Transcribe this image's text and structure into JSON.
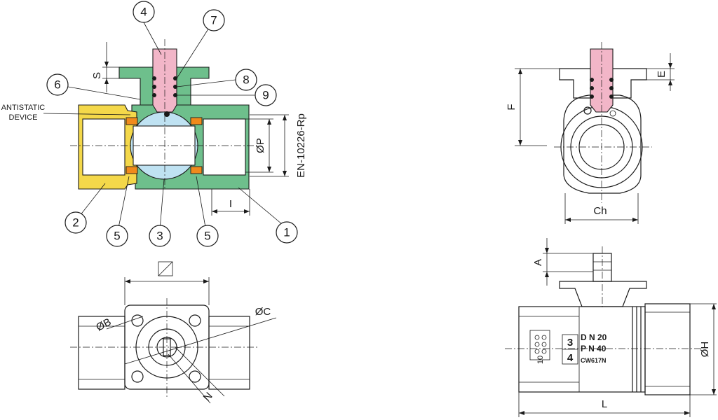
{
  "section_view": {
    "callouts": [
      "1",
      "2",
      "3",
      "4",
      "5",
      "5",
      "6",
      "7",
      "8",
      "9"
    ],
    "antistatic_label_line1": "ANTISTATIC",
    "antistatic_label_line2": "DEVICE",
    "standard_label": "EN-10226-Rp",
    "dim_s": "S",
    "dim_p": "ØP",
    "dim_i": "I"
  },
  "top_view": {
    "dim_square": "☐",
    "dim_b": "ØB",
    "dim_c": "ØC",
    "dim_n": "N"
  },
  "end_view": {
    "dim_f": "F",
    "dim_e": "E",
    "dim_ch": "Ch"
  },
  "side_view": {
    "dim_a": "A",
    "dim_h": "ØH",
    "dim_l": "L",
    "marking_dn": "D N 20",
    "marking_pn": "P N 40",
    "marking_material": "CW617N",
    "marking_3": "3",
    "marking_4": "4",
    "marking_10": "10"
  },
  "colors": {
    "body": "#6ebf8c",
    "end_connector": "#f4d84a",
    "stem": "#f2b6c8",
    "ball": "#bfe2f2",
    "seals": "#f08a1c"
  }
}
